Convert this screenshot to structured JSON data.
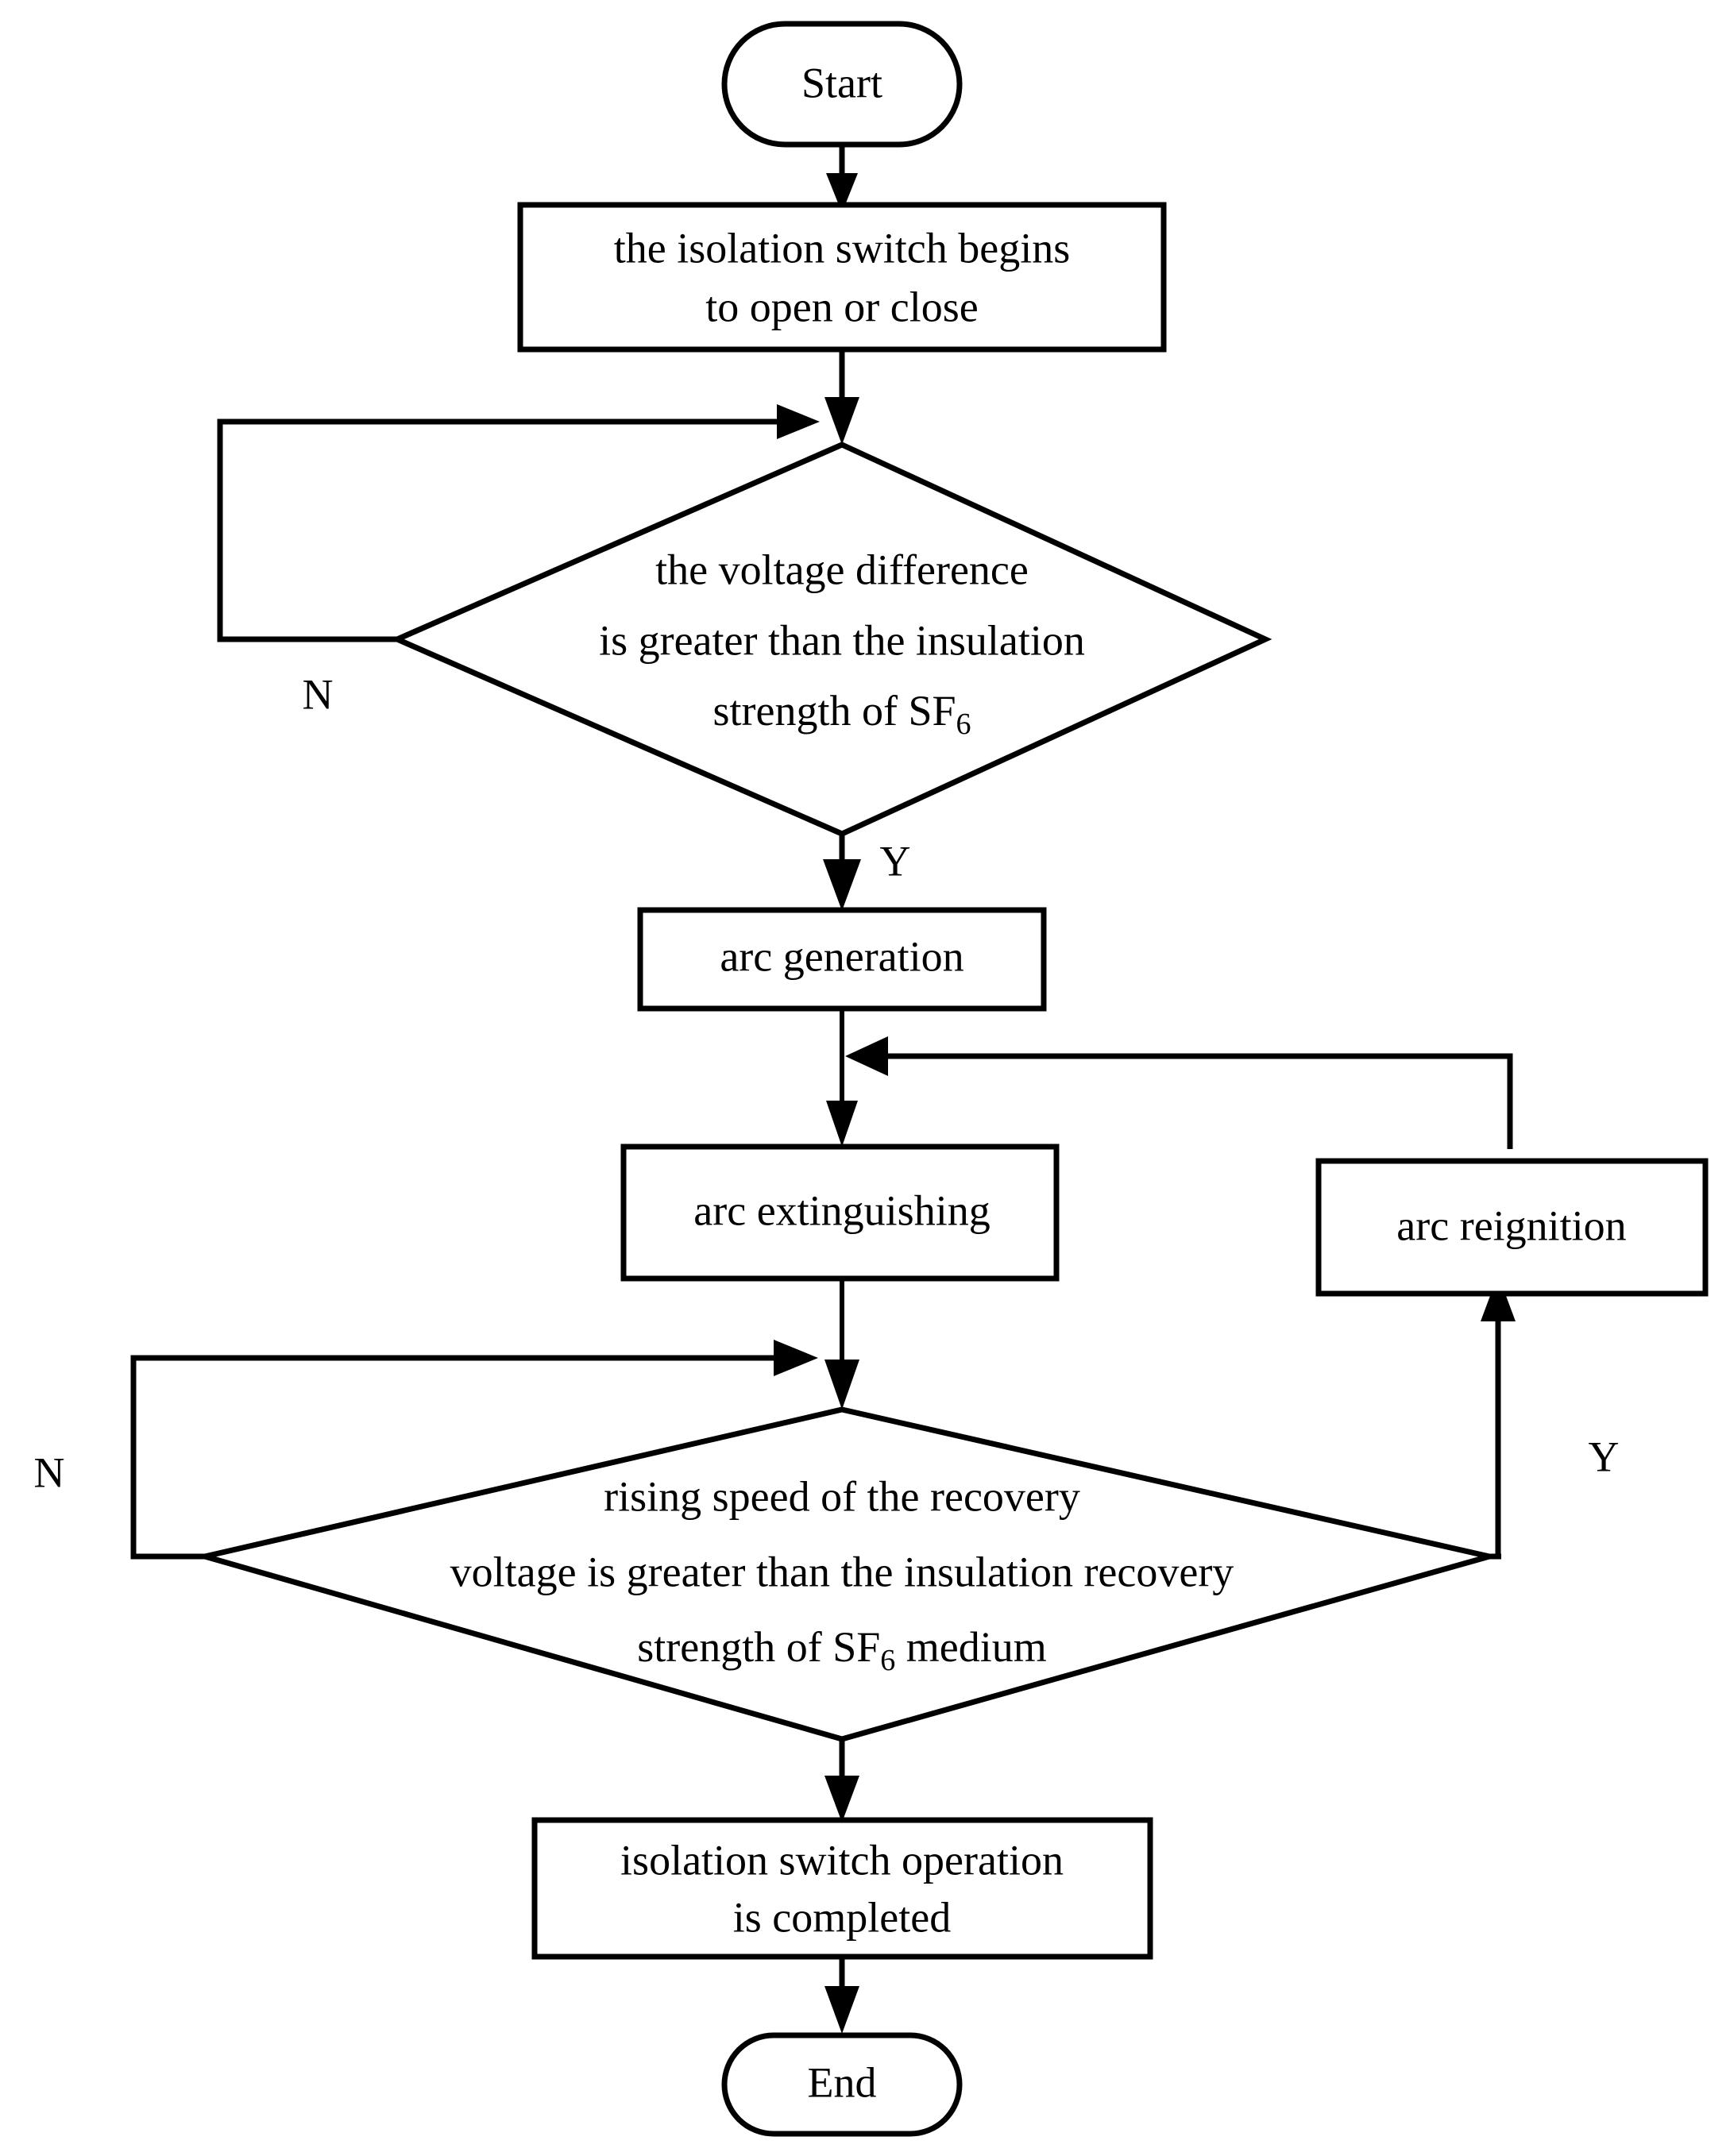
{
  "diagram": {
    "title": "Isolation switch arc process flowchart",
    "background_color": "#ffffff",
    "line_color": "#000000",
    "text_color": "#000000",
    "nodes": {
      "start": {
        "label": "Start",
        "shape": "terminator"
      },
      "open_close": {
        "line1": "the isolation switch begins",
        "line2": "to open or close",
        "shape": "process"
      },
      "decision_voltage": {
        "line1": "the voltage difference",
        "line2": "is greater than the insulation",
        "line3_main": "strength of SF",
        "line3_sub": "6",
        "shape": "decision"
      },
      "arc_generation": {
        "label": "arc generation",
        "shape": "process"
      },
      "arc_extinguishing": {
        "label": "arc extinguishing",
        "shape": "process"
      },
      "arc_reignition": {
        "label": "arc reignition",
        "shape": "process"
      },
      "decision_recovery": {
        "line1": "rising speed of the recovery",
        "line2": "voltage is greater than the insulation recovery",
        "line3_main_a": "strength of SF",
        "line3_sub": "6",
        "line3_main_b": " medium",
        "shape": "decision"
      },
      "operation_completed": {
        "line1": "isolation switch operation",
        "line2": "is completed",
        "shape": "process"
      },
      "end": {
        "label": "End",
        "shape": "terminator"
      }
    },
    "branch_labels": {
      "voltage_no": "N",
      "voltage_yes": "Y",
      "recovery_no": "N",
      "recovery_yes": "Y"
    }
  }
}
